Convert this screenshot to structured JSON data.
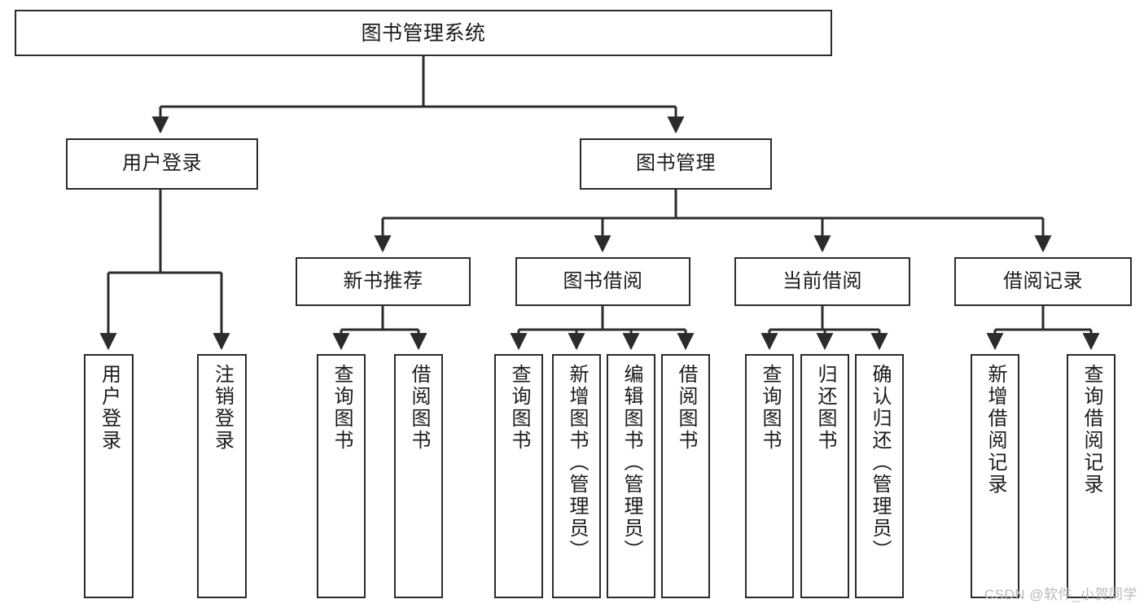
{
  "diagram": {
    "title": "图书管理系统",
    "type": "tree-hierarchy",
    "orientation": "top-down",
    "levels": 4,
    "nodes": {
      "root": {
        "label": "图书管理系统"
      },
      "level2": [
        {
          "id": "user-login",
          "label": "用户登录"
        },
        {
          "id": "book-management",
          "label": "图书管理"
        }
      ],
      "level3": [
        {
          "id": "new-book-recommend",
          "label": "新书推荐"
        },
        {
          "id": "book-borrow",
          "label": "图书借阅"
        },
        {
          "id": "current-borrow",
          "label": "当前借阅"
        },
        {
          "id": "borrow-record",
          "label": "借阅记录"
        }
      ],
      "leaves": {
        "user-login": [
          {
            "id": "leaf-user-login",
            "label": "用户登录"
          },
          {
            "id": "leaf-logout-login",
            "label": "注销登录"
          }
        ],
        "new-book-recommend": [
          {
            "id": "leaf-query-book-1",
            "label": "查询图书"
          },
          {
            "id": "leaf-borrow-book-1",
            "label": "借阅图书"
          }
        ],
        "book-borrow": [
          {
            "id": "leaf-query-book-2",
            "label": "查询图书"
          },
          {
            "id": "leaf-add-book",
            "label": "新增图书（管理员）"
          },
          {
            "id": "leaf-edit-book",
            "label": "编辑图书（管理员）"
          },
          {
            "id": "leaf-borrow-book-2",
            "label": "借阅图书"
          }
        ],
        "current-borrow": [
          {
            "id": "leaf-query-book-3",
            "label": "查询图书"
          },
          {
            "id": "leaf-return-book",
            "label": "归还图书"
          },
          {
            "id": "leaf-confirm-return",
            "label": "确认归还（管理员）"
          }
        ],
        "borrow-record": [
          {
            "id": "leaf-add-record",
            "label": "新增借阅记录"
          },
          {
            "id": "leaf-query-record",
            "label": "查询借阅记录"
          }
        ]
      }
    },
    "colors": {
      "box_stroke": "#2b2b2b",
      "box_fill": "#ffffff",
      "connector": "#2b2b2b",
      "text": "#1b1b1b",
      "watermark": "#b9b9b9"
    }
  },
  "watermark": {
    "text": "CSDN @软件_小贺同学"
  }
}
